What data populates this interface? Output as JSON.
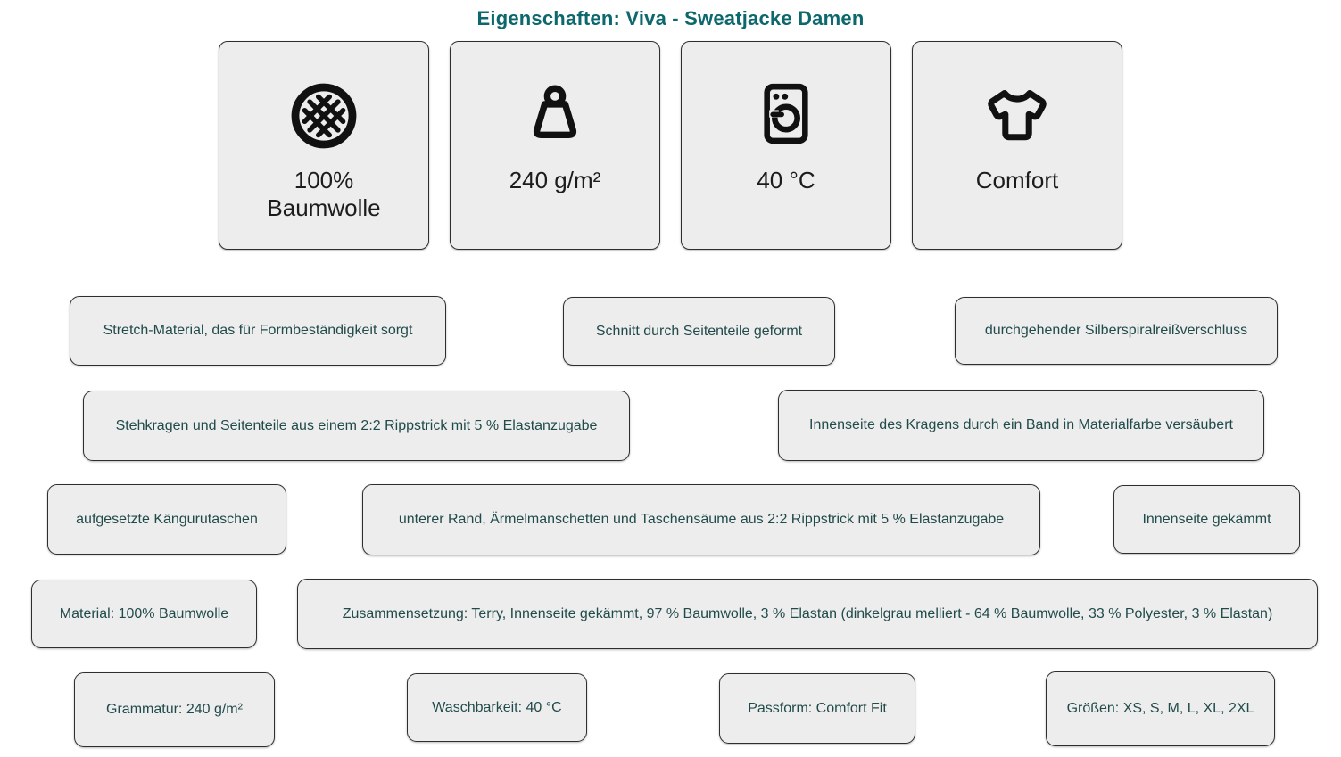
{
  "title": "Eigenschaften: Viva - Sweatjacke Damen",
  "colors": {
    "title_text": "#0d686e",
    "pill_text": "#214b4b",
    "card_background": "#ededed",
    "border": "#2e2e2e",
    "icon": "#111111"
  },
  "cards": [
    {
      "icon": "woven-fabric-icon",
      "label": "100% Baumwolle"
    },
    {
      "icon": "weight-icon",
      "label": "240 g/m²"
    },
    {
      "icon": "washing-machine-icon",
      "label": "40 °C"
    },
    {
      "icon": "tshirt-icon",
      "label": "Comfort"
    }
  ],
  "pills": [
    {
      "text": "Stretch-Material, das für Formbeständigkeit sorgt"
    },
    {
      "text": "Schnitt durch Seitenteile geformt"
    },
    {
      "text": "durchgehender Silberspiralreißverschluss"
    },
    {
      "text": "Stehkragen und Seitenteile aus einem 2:2 Rippstrick mit 5 % Elastanzugabe"
    },
    {
      "text": "Innenseite des Kragens durch ein Band in Materialfarbe versäubert"
    },
    {
      "text": "aufgesetzte Kängurutaschen"
    },
    {
      "text": "unterer Rand, Ärmelmanschetten und Taschensäume aus 2:2 Rippstrick mit 5 % Elastanzugabe"
    },
    {
      "text": "Innenseite gekämmt"
    },
    {
      "text": "Material: 100% Baumwolle"
    },
    {
      "text": "Zusammensetzung: Terry, Innenseite gekämmt, 97 % Baumwolle, 3 % Elastan (dinkelgrau melliert - 64 % Baumwolle, 33 % Polyester, 3 % Elastan)"
    },
    {
      "text": "Grammatur: 240 g/m²"
    },
    {
      "text": "Waschbarkeit: 40 °C"
    },
    {
      "text": "Passform: Comfort Fit"
    },
    {
      "text": "Größen: XS, S, M, L, XL, 2XL"
    }
  ]
}
